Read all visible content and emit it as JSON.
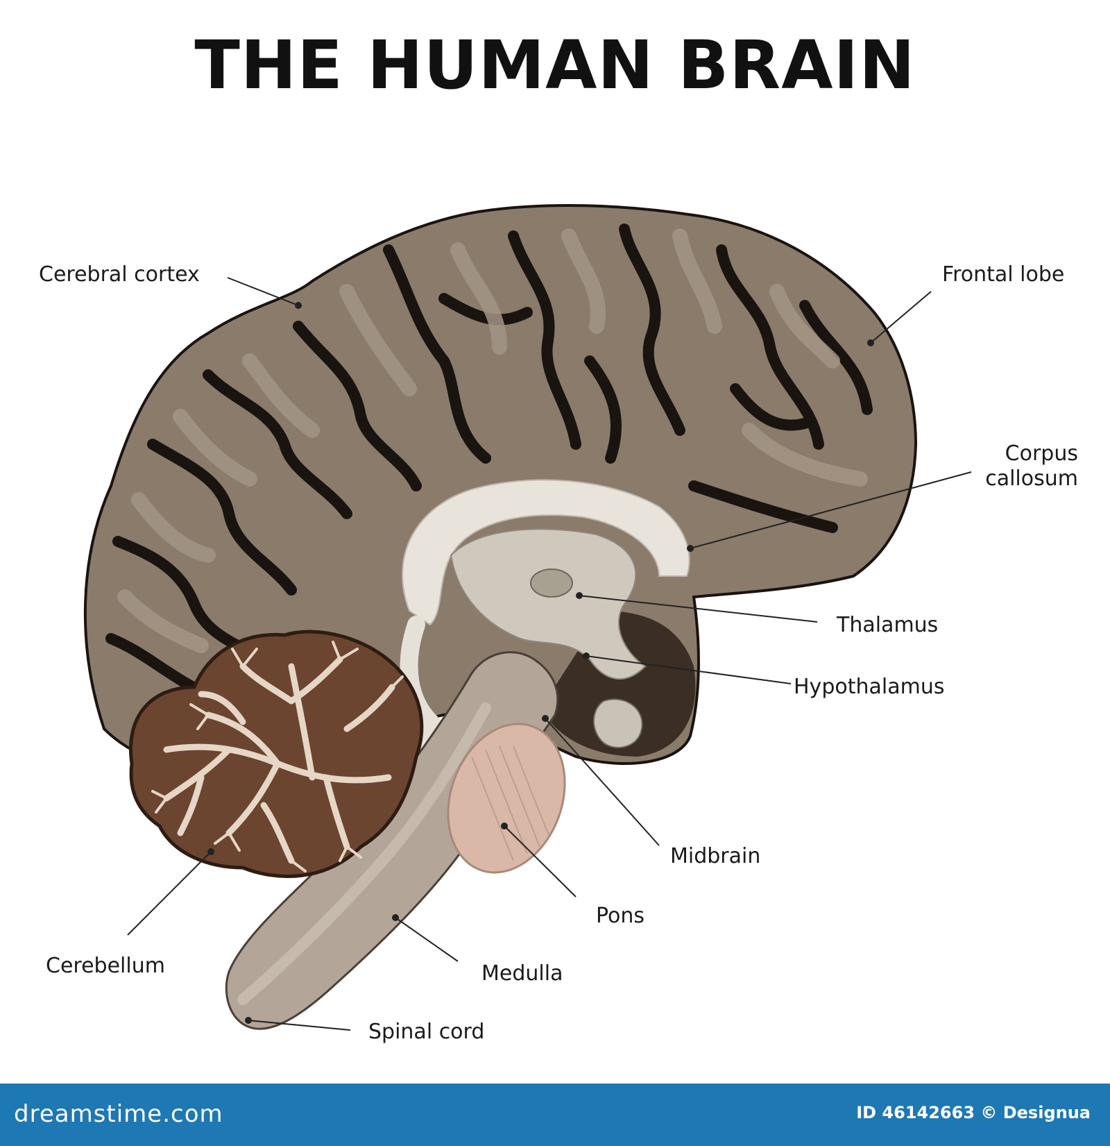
{
  "title": "THE HUMAN BRAIN",
  "labels": {
    "cerebral_cortex": "Cerebral cortex",
    "frontal_lobe": "Frontal lobe",
    "corpus_callosum_line1": "Corpus",
    "corpus_callosum_line2": "callosum",
    "thalamus": "Thalamus",
    "hypothalamus": "Hypothalamus",
    "midbrain": "Midbrain",
    "pons": "Pons",
    "medulla": "Medulla",
    "spinal_cord": "Spinal cord",
    "cerebellum": "Cerebellum"
  },
  "footer": {
    "logo": "dreamstime.com",
    "credit": "ID 46142663 © Designua"
  },
  "colors": {
    "cortex": "#8a7b6b",
    "gyri_highlight": "#a39585",
    "sulci": "#1a1410",
    "corpus_callosum": "#e8e4dc",
    "cerebellum": "#6b4530",
    "arbor_vitae": "#e6d6c6",
    "brainstem": "#b3a597",
    "pons": "#d9b8a8",
    "footer_bar": "#1d78b4"
  }
}
